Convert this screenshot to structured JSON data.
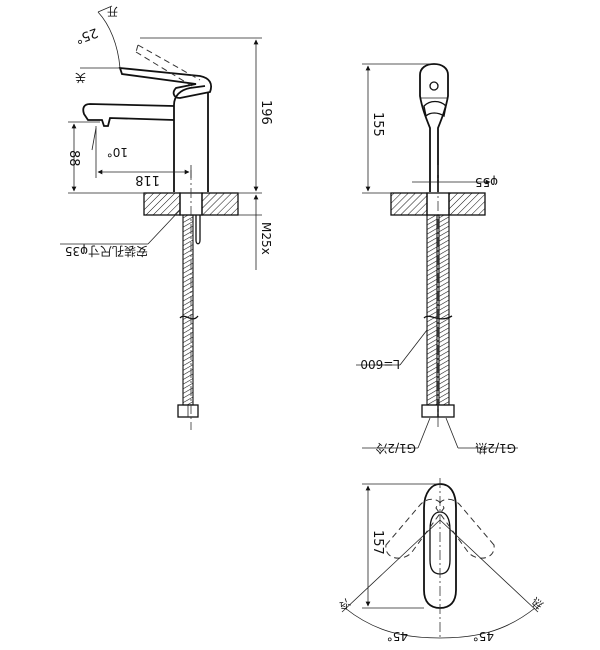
{
  "side_view": {
    "open_label": "开",
    "close_label": "关",
    "tilt_angle": "25°",
    "spout_angle": "10°",
    "height_dim": "196",
    "spout_height_dim": "88",
    "reach_dim": "118",
    "thread_dim": "M25x",
    "hole_note": "安装孔尺寸φ35"
  },
  "front_view": {
    "height_dim": "155",
    "base_dim": "φ55",
    "hose_length": "L=600",
    "cold_inlet": "G1/2冷",
    "hot_inlet": "G1/2热"
  },
  "top_view": {
    "depth_dim": "157",
    "left_angle": "45°",
    "right_angle": "45°",
    "cold_label": "冷",
    "hot_label": "热"
  }
}
